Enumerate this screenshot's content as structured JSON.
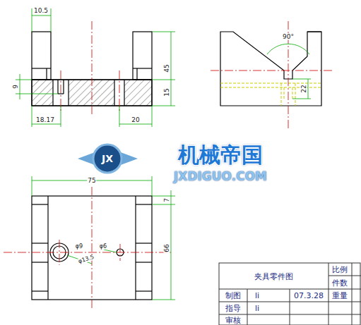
{
  "diagram": {
    "labels": [
      "10.5",
      "45",
      "9",
      "15",
      "18.17",
      "20",
      "90°",
      "22",
      "机械帝国",
      "JXDIGUO.COM",
      "JX",
      "75",
      "7",
      "66",
      "φ9",
      "φ6",
      "φ13.5",
      "夹具零件图",
      "比例",
      "件数",
      "制图",
      "li",
      "07.3.28",
      "重量",
      "指导",
      "li",
      "审核"
    ]
  }
}
